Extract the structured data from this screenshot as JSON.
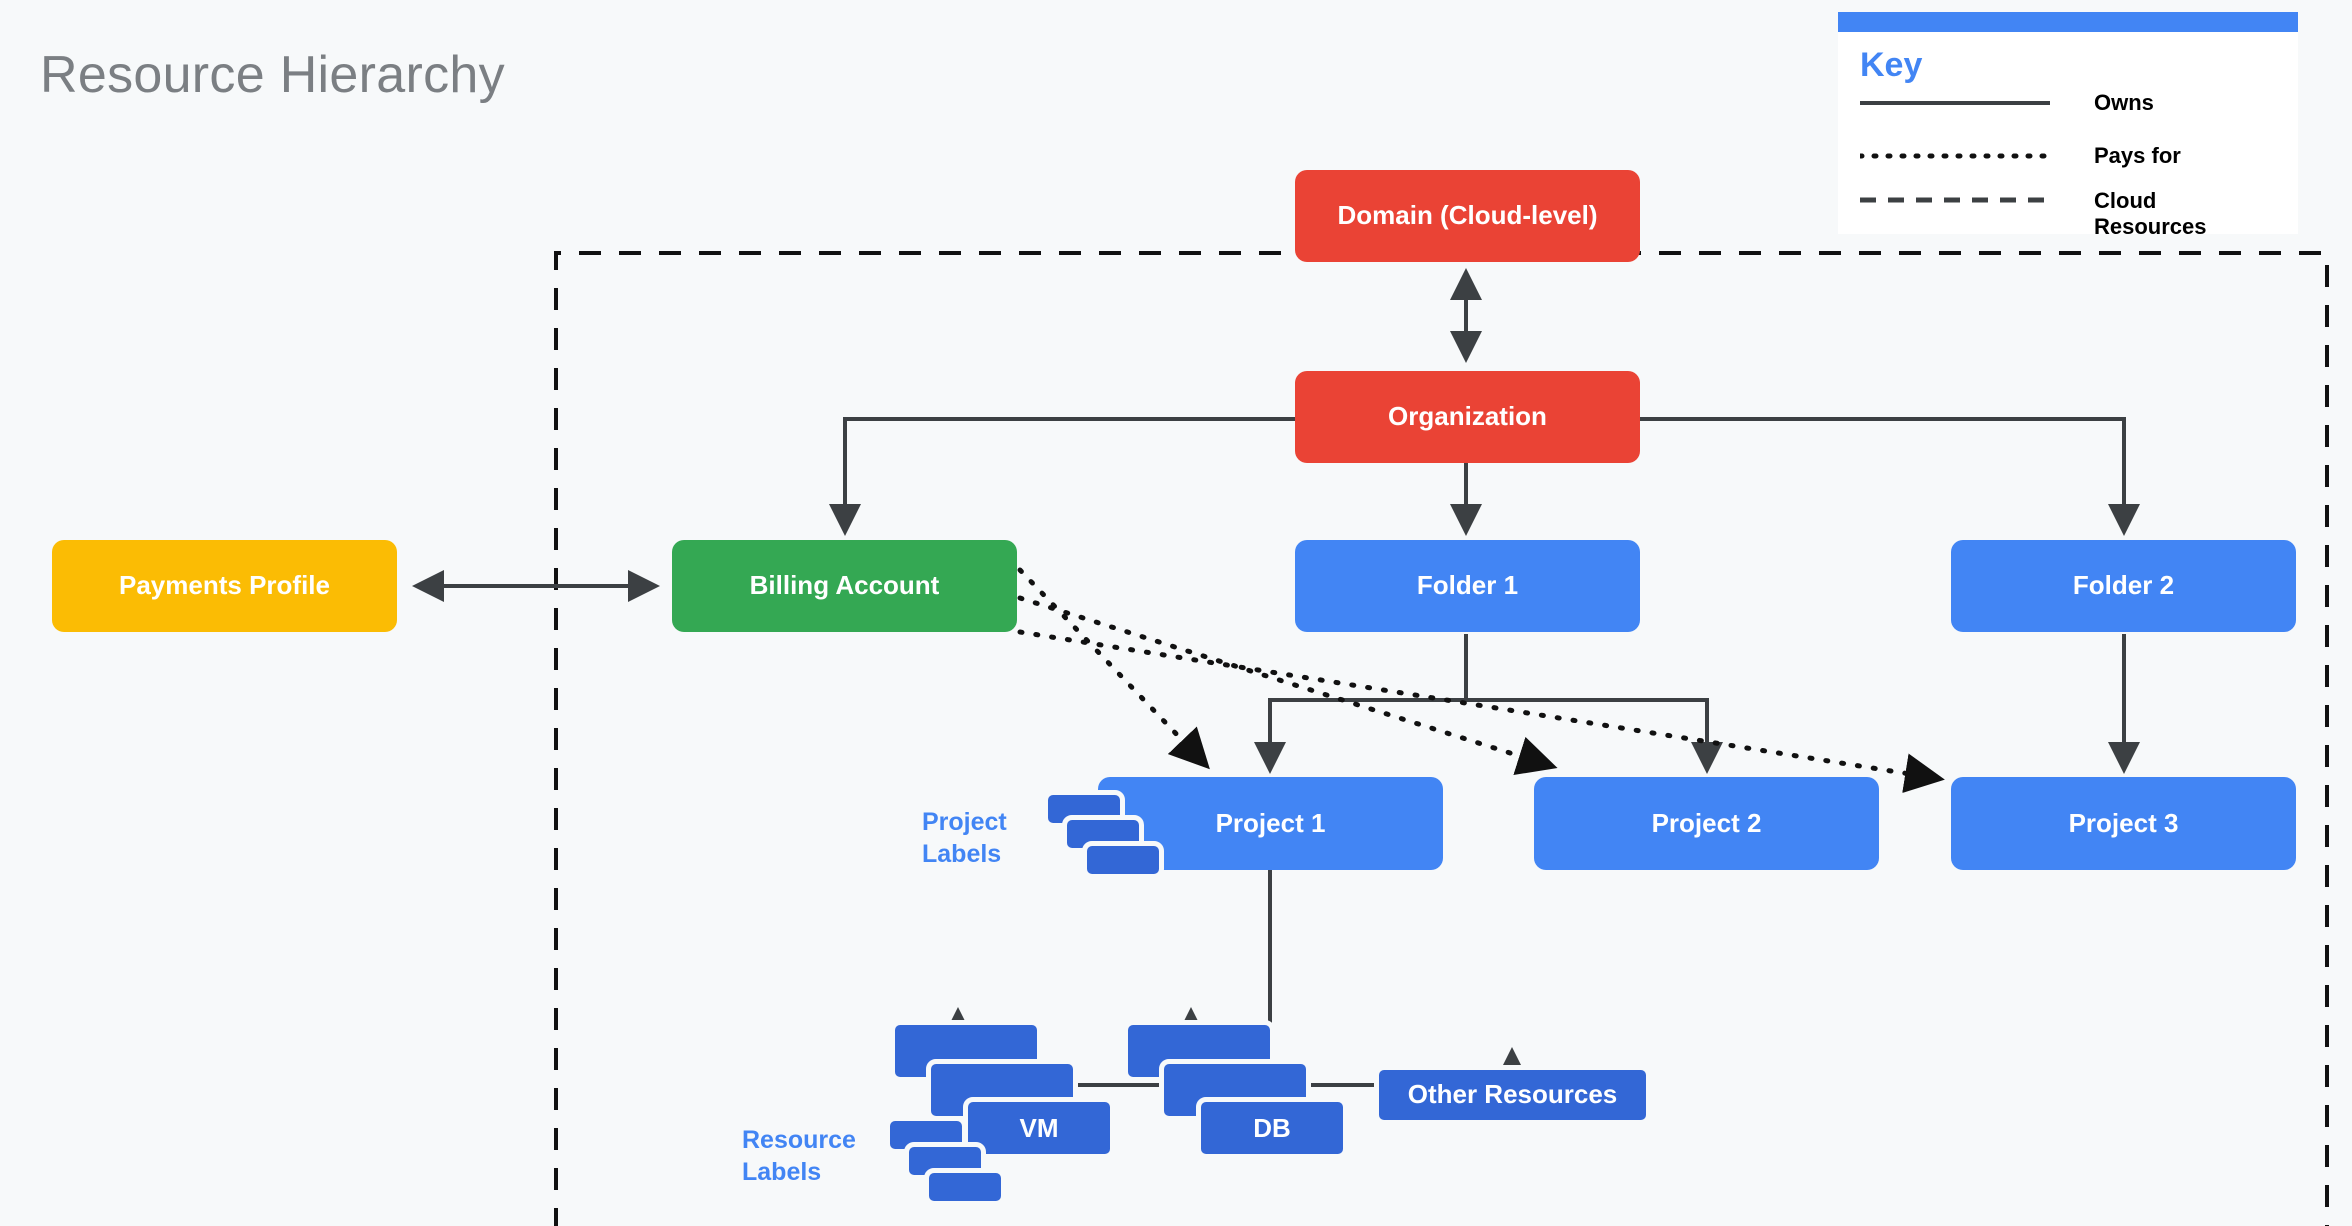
{
  "page": {
    "title": "Resource Hierarchy",
    "background_color": "#f7f9fa",
    "title_color": "#7b7f83"
  },
  "colors": {
    "red": "#ea4335",
    "green": "#34a853",
    "yellow": "#fbbc04",
    "blue": "#4285f4",
    "dark_blue": "#3367d6",
    "edge": "#3c4043",
    "key_accent": "#4285f4"
  },
  "key": {
    "title": "Key",
    "entries": [
      {
        "style": "solid",
        "label": "Owns"
      },
      {
        "style": "dotted",
        "label": "Pays for"
      },
      {
        "style": "dashed",
        "label": "Cloud\nResources"
      }
    ]
  },
  "nodes": {
    "domain": {
      "label": "Domain (Cloud-level)",
      "color": "red"
    },
    "organization": {
      "label": "Organization",
      "color": "red"
    },
    "payments_profile": {
      "label": "Payments Profile",
      "color": "yellow"
    },
    "billing_account": {
      "label": "Billing Account",
      "color": "green"
    },
    "folder1": {
      "label": "Folder 1",
      "color": "blue"
    },
    "folder2": {
      "label": "Folder 2",
      "color": "blue"
    },
    "project1": {
      "label": "Project 1",
      "color": "blue"
    },
    "project2": {
      "label": "Project 2",
      "color": "blue"
    },
    "project3": {
      "label": "Project 3",
      "color": "blue"
    },
    "vm": {
      "label": "VM",
      "color": "dark_blue"
    },
    "db": {
      "label": "DB",
      "color": "dark_blue"
    },
    "other_resources": {
      "label": "Other Resources",
      "color": "dark_blue"
    }
  },
  "annotations": {
    "project_labels": "Project\nLabels",
    "resource_labels": "Resource\nLabels"
  },
  "edges": [
    {
      "from": "organization",
      "to": "domain",
      "type": "owns",
      "arrows": "both"
    },
    {
      "from": "payments_profile",
      "to": "billing_account",
      "type": "owns",
      "arrows": "both"
    },
    {
      "from": "organization",
      "to": "billing_account",
      "type": "owns",
      "arrows": "to"
    },
    {
      "from": "organization",
      "to": "folder1",
      "type": "owns",
      "arrows": "to"
    },
    {
      "from": "organization",
      "to": "folder2",
      "type": "owns",
      "arrows": "to"
    },
    {
      "from": "folder1",
      "to": "project1",
      "type": "owns",
      "arrows": "to"
    },
    {
      "from": "folder1",
      "to": "project2",
      "type": "owns",
      "arrows": "to"
    },
    {
      "from": "folder2",
      "to": "project3",
      "type": "owns",
      "arrows": "to"
    },
    {
      "from": "project1",
      "to": "vm",
      "type": "owns",
      "arrows": "to"
    },
    {
      "from": "project1",
      "to": "db",
      "type": "owns",
      "arrows": "to"
    },
    {
      "from": "project1",
      "to": "other_resources",
      "type": "owns",
      "arrows": "to"
    },
    {
      "from": "billing_account",
      "to": "project1",
      "type": "pays_for",
      "arrows": "to"
    },
    {
      "from": "billing_account",
      "to": "project2",
      "type": "pays_for",
      "arrows": "to"
    },
    {
      "from": "billing_account",
      "to": "project3",
      "type": "pays_for",
      "arrows": "to"
    }
  ],
  "cloud_boundary": {
    "type": "dashed",
    "label": "Cloud Resources"
  }
}
